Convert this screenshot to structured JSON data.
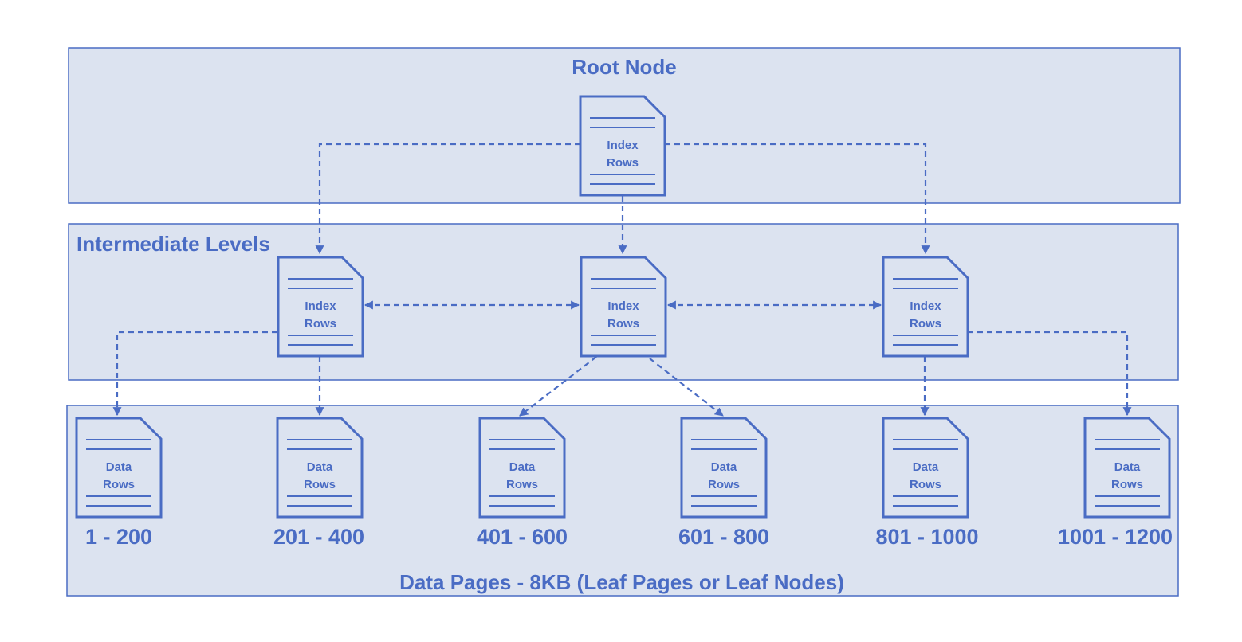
{
  "colors": {
    "accent": "#4a6cc4",
    "band_fill": "#dce3f0",
    "background": "#ffffff"
  },
  "bands": {
    "root": {
      "title": "Root Node"
    },
    "intermediate": {
      "title": "Intermediate Levels"
    },
    "leaf": {
      "title": "Data Pages - 8KB (Leaf Pages or Leaf Nodes)"
    }
  },
  "nodes": {
    "root": {
      "line1": "Index",
      "line2": "Rows"
    },
    "intermediate": [
      {
        "line1": "Index",
        "line2": "Rows"
      },
      {
        "line1": "Index",
        "line2": "Rows"
      },
      {
        "line1": "Index",
        "line2": "Rows"
      }
    ],
    "leaf": [
      {
        "line1": "Data",
        "line2": "Rows",
        "range": "1 - 200"
      },
      {
        "line1": "Data",
        "line2": "Rows",
        "range": "201 - 400"
      },
      {
        "line1": "Data",
        "line2": "Rows",
        "range": "401 - 600"
      },
      {
        "line1": "Data",
        "line2": "Rows",
        "range": "601 - 800"
      },
      {
        "line1": "Data",
        "line2": "Rows",
        "range": "801 - 1000"
      },
      {
        "line1": "Data",
        "line2": "Rows",
        "range": "1001 - 1200"
      }
    ]
  }
}
